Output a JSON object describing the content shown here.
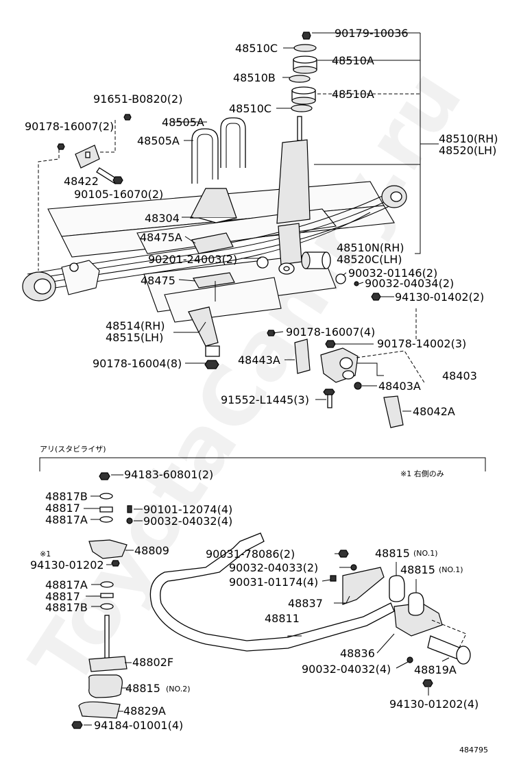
{
  "watermark": "ToyotaCamry.ru",
  "section_label": "アリ(スタビライザ)",
  "note_right_only": "※1 右側のみ",
  "note_marker": "※1",
  "diagram_number": "484795",
  "parts": {
    "p90179_10036": "90179-10036",
    "p48510C_top": "48510C",
    "p48510A_1": "48510A",
    "p48510B": "48510B",
    "p48510A_2": "48510A",
    "p48510C_2": "48510C",
    "p48510RH": "48510(RH)",
    "p48520LH": "48520(LH)",
    "p91651": "91651-B0820(2)",
    "p90178_16007_2": "90178-16007(2)",
    "p48505A_1": "48505A",
    "p48505A_2": "48505A",
    "p48422": "48422",
    "p90105": "90105-16070(2)",
    "p48304": "48304",
    "p48475A": "48475A",
    "p90201": "90201-24003(2)",
    "p48510N": "48510N(RH)",
    "p48520C": "48520C(LH)",
    "p48475": "48475",
    "p90032_01146": "90032-01146(2)",
    "p90032_04034": "90032-04034(2)",
    "p94130_01402": "94130-01402(2)",
    "p48514": "48514(RH)",
    "p48515": "48515(LH)",
    "p90178_16007_4": "90178-16007(4)",
    "p90178_14002": "90178-14002(3)",
    "p90178_16004": "90178-16004(8)",
    "p48443A": "48443A",
    "p48403": "48403",
    "p48403A": "48403A",
    "p91552": "91552-L1445(3)",
    "p48042A": "48042A",
    "p94183": "94183-60801(2)",
    "p48817B_1": "48817B",
    "p48817_1": "48817",
    "p48817A_1": "48817A",
    "p90101": "90101-12074(4)",
    "p90032_04032_a": "90032-04032(4)",
    "p48809": "48809",
    "p94130_01202_a": "94130-01202",
    "p90031_78086": "90031-78086(2)",
    "p90032_04033": "90032-04033(2)",
    "p90031_01174": "90031-01174(4)",
    "p48815_1": "48815",
    "p48815_2": "48815",
    "p48815_3": "48815",
    "no1_a": "(NO.1)",
    "no1_b": "(NO.1)",
    "no2": "(NO.2)",
    "p48817A_2": "48817A",
    "p48817_2": "48817",
    "p48817B_2": "48817B",
    "p48837": "48837",
    "p48811": "48811",
    "p48836": "48836",
    "p48802F": "48802F",
    "p90032_04032_b": "90032-04032(4)",
    "p48819A": "48819A",
    "p94130_01202_b": "94130-01202(4)",
    "p48829A": "48829A",
    "p94184": "94184-01001(4)"
  }
}
